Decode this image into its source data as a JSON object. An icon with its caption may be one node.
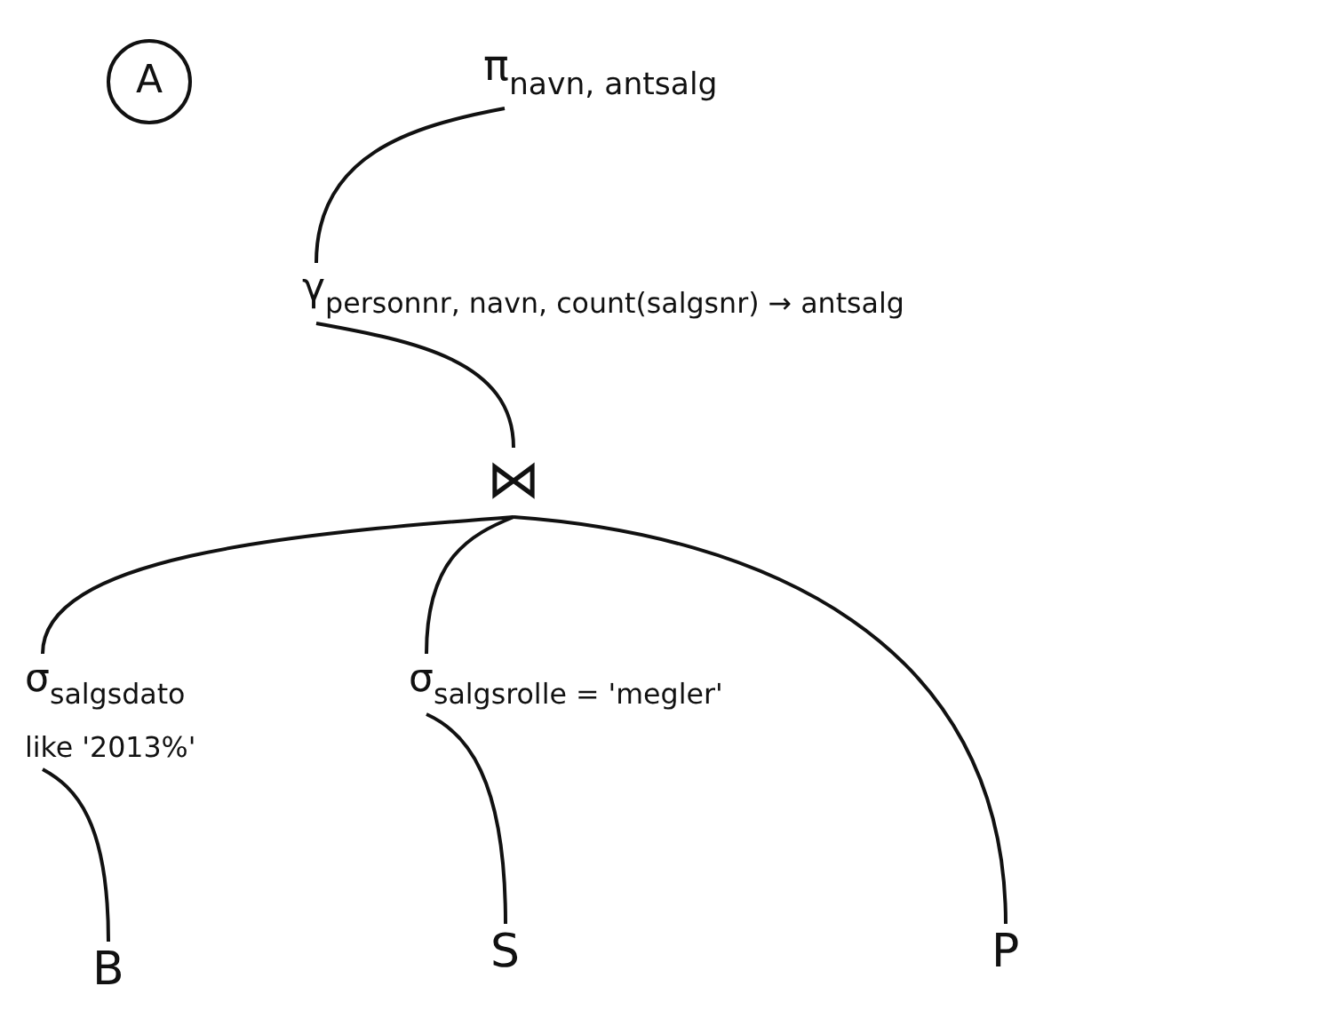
{
  "diagram": {
    "nodes": [
      {
        "text": [
          "A"
        ]
      },
      {
        "text": [
          "π$_{navn, antsalg}$"
        ]
      },
      {
        "text": [
          "γ$_{personnr, navn, count(salgsnr) → antsalg}$"
        ]
      },
      {
        "text": [
          "⋈"
        ]
      },
      {
        "text": [
          "σ$_{salgsdato like '2013%'}$"
        ]
      },
      {
        "text": [
          "σ$_{salgsrolle = 'megler'}$"
        ]
      },
      {
        "text": [
          "B"
        ]
      },
      {
        "text": [
          "S"
        ]
      },
      {
        "text": [
          "P"
        ]
      }
    ],
    "edges": [
      {
        "from": 1,
        "to": 2,
        "arrow": "none"
      },
      {
        "from": 2,
        "to": 3,
        "arrow": "none"
      },
      {
        "from": 3,
        "to": 4,
        "arrow": "none"
      },
      {
        "from": 3,
        "to": 5,
        "arrow": "none"
      },
      {
        "from": 3,
        "to": 8,
        "arrow": "none"
      },
      {
        "from": 4,
        "to": 6,
        "arrow": "none"
      },
      {
        "from": 5,
        "to": 7,
        "arrow": "none"
      }
    ]
  }
}
